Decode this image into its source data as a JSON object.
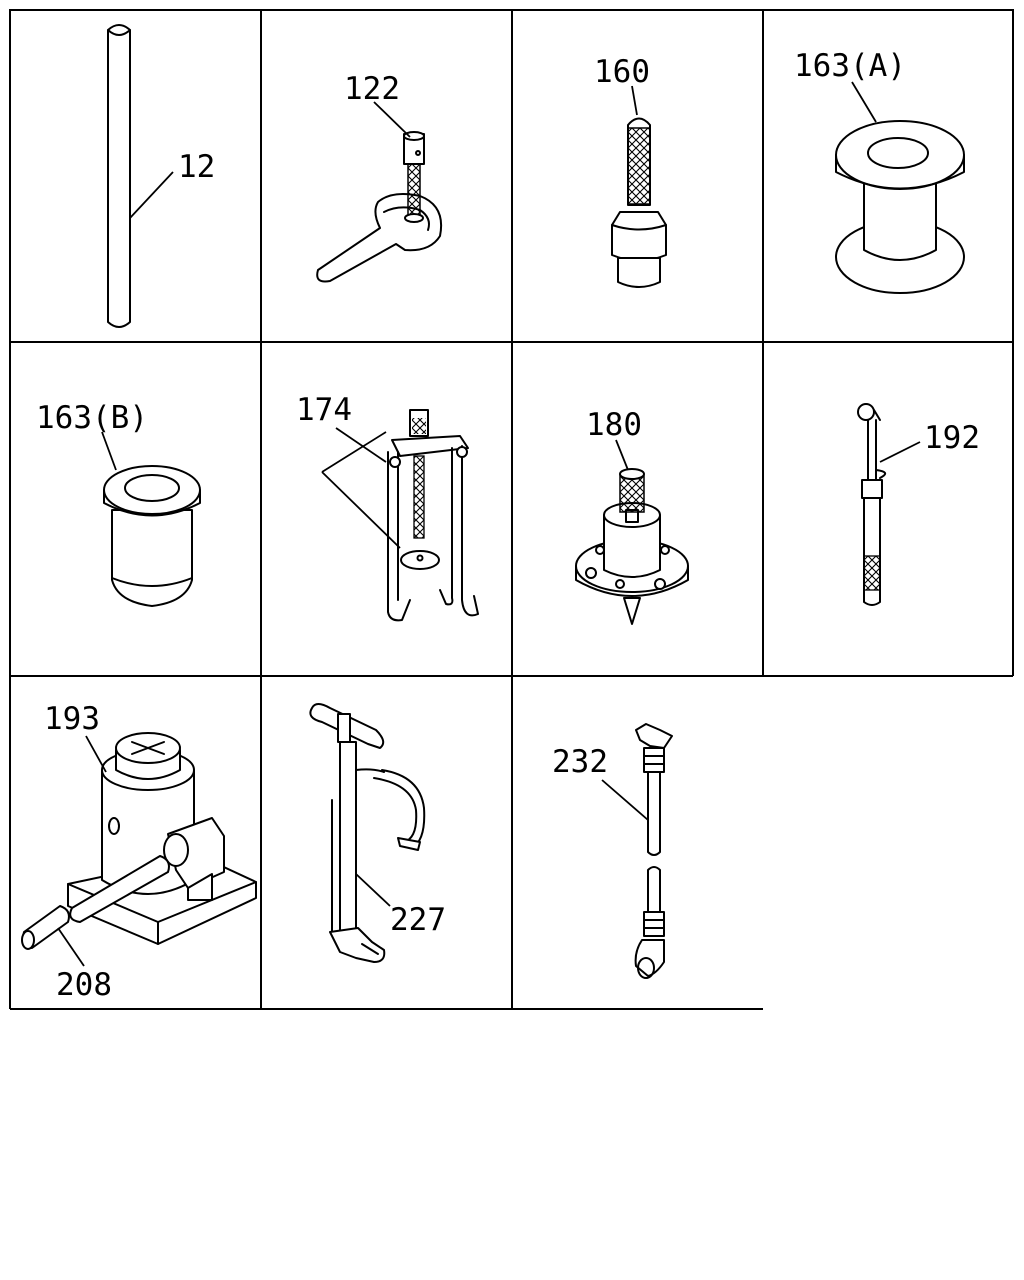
{
  "diagram": {
    "parts": [
      {
        "label": "12"
      },
      {
        "label": "122"
      },
      {
        "label": "160"
      },
      {
        "label": "163(A)"
      },
      {
        "label": "163(B)"
      },
      {
        "label": "174"
      },
      {
        "label": "180"
      },
      {
        "label": "192"
      },
      {
        "label": "193"
      },
      {
        "label": "208"
      },
      {
        "label": "227"
      },
      {
        "label": "232"
      }
    ]
  }
}
